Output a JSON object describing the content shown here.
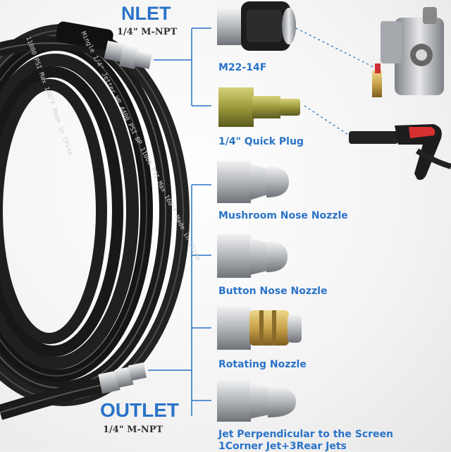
{
  "inlet": {
    "title": "NLET",
    "spec": "1/4\" M-NPT"
  },
  "outlet": {
    "title": "OUTLET",
    "spec": "1/4\" M-NPT"
  },
  "hose_print": {
    "line1": "Mingle  1/4\"  Jetter  WP 4400 PSI  BP 11000 PSI  Max 160°F  Made in China",
    "line2": "11000 PSI  Max 160°F  Made in China"
  },
  "parts": [
    {
      "label": "M22-14F"
    },
    {
      "label": "1/4\" Quick Plug"
    },
    {
      "label": "Mushroom Nose Nozzle"
    },
    {
      "label": "Button Nose Nozzle"
    },
    {
      "label": "Rotating Nozzle"
    },
    {
      "label": "Jet Perpendicular to the Screen"
    },
    {
      "label": "1Corner Jet+3Rear Jets"
    }
  ],
  "colors": {
    "accent": "#2a73c8",
    "hose": "#1b1b1b",
    "steel": "#b9bcc0",
    "brass": "#c9a24a"
  }
}
